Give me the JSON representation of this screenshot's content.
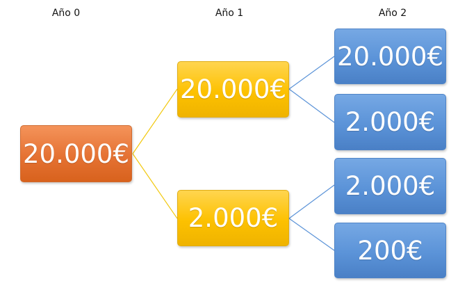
{
  "headers": {
    "year0": "Año 0",
    "year1": "Año 1",
    "year2": "Año 2"
  },
  "tree": {
    "root": {
      "label": "20.000€"
    },
    "level1": [
      {
        "label": "20.000€"
      },
      {
        "label": "2.000€"
      }
    ],
    "level2": [
      {
        "label": "20.000€"
      },
      {
        "label": "2.000€"
      },
      {
        "label": "2.000€"
      },
      {
        "label": "200€"
      }
    ]
  },
  "colors": {
    "root": "#e57233",
    "level1": "#fdc100",
    "level2": "#5b93d8",
    "root_to_level1_connector": "#f2c80d",
    "level1_to_level2_connector": "#5b93d8"
  }
}
